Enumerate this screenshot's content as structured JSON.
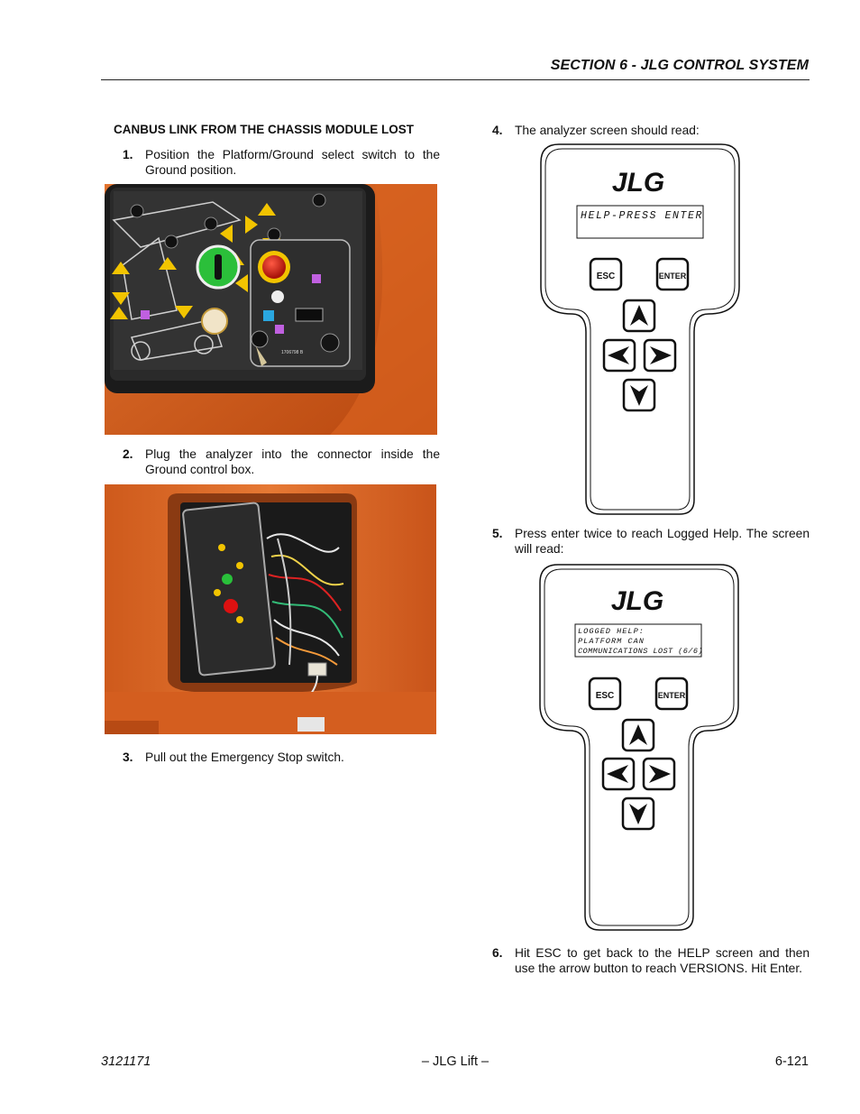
{
  "header": {
    "section_title": "SECTION 6 - JLG CONTROL SYSTEM"
  },
  "left_column": {
    "subheading": "CANBUS LINK FROM THE CHASSIS MODULE LOST",
    "steps": [
      {
        "num": "1.",
        "text": "Position the Platform/Ground select switch to the Ground position."
      },
      {
        "num": "2.",
        "text": "Plug the analyzer into the connector inside the Ground control box."
      },
      {
        "num": "3.",
        "text": "Pull out the Emergency Stop switch."
      }
    ],
    "photo1": {
      "panel_label": "1706798 B"
    }
  },
  "right_column": {
    "steps": [
      {
        "num": "4.",
        "text": "The analyzer screen should read:"
      },
      {
        "num": "5.",
        "text": "Press enter twice to reach Logged Help. The screen will read:"
      },
      {
        "num": "6.",
        "text": "Hit ESC to get back to the HELP screen and then use the arrow button to reach VERSIONS. Hit Enter."
      }
    ],
    "analyzer1": {
      "logo": "JLG",
      "screen_lines": [
        "HELP-PRESS ENTER"
      ],
      "esc_label": "ESC",
      "enter_label": "ENTER"
    },
    "analyzer2": {
      "logo": "JLG",
      "screen_lines": [
        "LOGGED HELP:",
        "PLATFORM CAN",
        "COMMUNICATIONS LOST (6/6)"
      ],
      "esc_label": "ESC",
      "enter_label": "ENTER"
    }
  },
  "footer": {
    "doc_number": "3121171",
    "center_text": "– JLG Lift –",
    "page_number": "6-121"
  }
}
